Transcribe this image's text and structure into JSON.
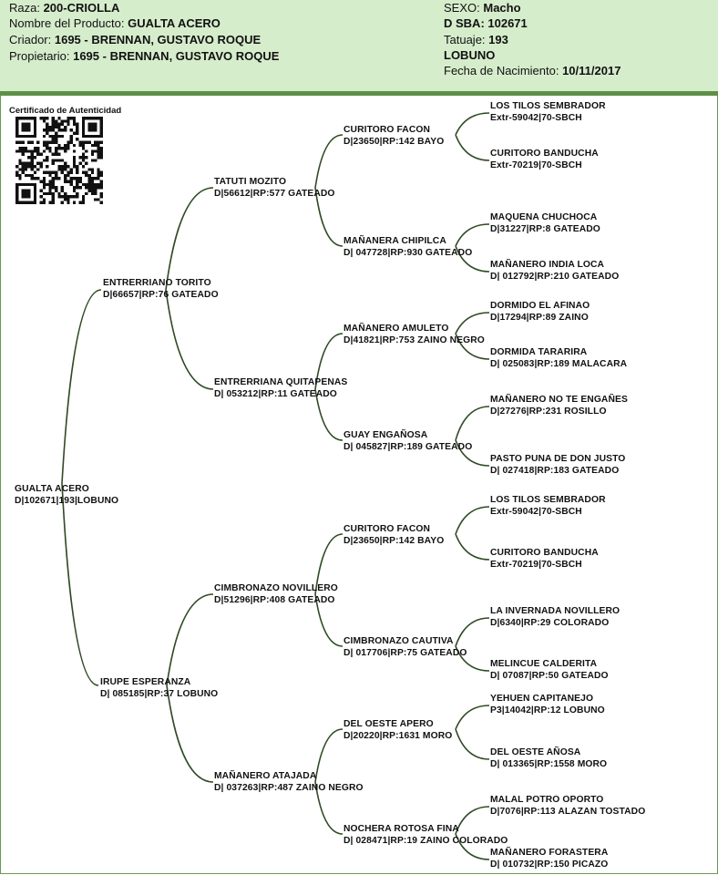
{
  "header": {
    "raza_label": "Raza: ",
    "raza_value": "200-CRIOLLA",
    "producto_label": "Nombre del Producto: ",
    "producto_value": "GUALTA ACERO",
    "criador_label": "Criador: ",
    "criador_value": "1695 - BRENNAN, GUSTAVO ROQUE",
    "propietario_label": "Propietario: ",
    "propietario_value": "1695 - BRENNAN, GUSTAVO ROQUE",
    "sexo_label": "SEXO: ",
    "sexo_value": "Macho",
    "sba": "D SBA: 102671",
    "tatuaje_label": "Tatuaje: ",
    "tatuaje_value": "193",
    "pelaje": "LOBUNO",
    "fecha_label": "Fecha de Nacimiento: ",
    "fecha_value": "10/11/2017"
  },
  "certificate": {
    "title": "Certificado de Autenticidad"
  },
  "colors": {
    "header_bg": "#d6edcc",
    "accent": "#5f8f47",
    "lines": "#2f4a25"
  },
  "pedigree": {
    "root": {
      "name": "GUALTA ACERO",
      "info": "D|102671|193|LOBUNO"
    },
    "sire": {
      "name": "ENTRERRIANO TORITO",
      "info": "D|66657|RP:76 GATEADO"
    },
    "dam": {
      "name": "IRUPE ESPERANZA",
      "info": "D| 085185|RP:37 LOBUNO"
    },
    "gen2": [
      {
        "name": "TATUTI MOZITO",
        "info": "D|56612|RP:577 GATEADO"
      },
      {
        "name": "ENTRERRIANA QUITAPENAS",
        "info": "D| 053212|RP:11 GATEADO"
      },
      {
        "name": "CIMBRONAZO NOVILLERO",
        "info": "D|51296|RP:408 GATEADO"
      },
      {
        "name": "MAÑANERO ATAJADA",
        "info": "D| 037263|RP:487 ZAINO NEGRO"
      }
    ],
    "gen3": [
      {
        "name": "CURITORO FACON",
        "info": "D|23650|RP:142 BAYO"
      },
      {
        "name": "MAÑANERA CHIPILCA",
        "info": "D| 047728|RP:930 GATEADO"
      },
      {
        "name": "MAÑANERO AMULETO",
        "info": "D|41821|RP:753 ZAINO NEGRO"
      },
      {
        "name": "GUAY ENGAÑOSA",
        "info": "D| 045827|RP:189 GATEADO"
      },
      {
        "name": "CURITORO FACON",
        "info": "D|23650|RP:142 BAYO"
      },
      {
        "name": "CIMBRONAZO CAUTIVA",
        "info": "D| 017706|RP:75 GATEADO"
      },
      {
        "name": "DEL OESTE APERO",
        "info": "D|20220|RP:1631 MORO"
      },
      {
        "name": "NOCHERA ROTOSA FINA",
        "info": "D| 028471|RP:19 ZAINO COLORADO"
      }
    ],
    "gen4": [
      {
        "name": "LOS TILOS SEMBRADOR",
        "info": "Extr-59042|70-SBCH"
      },
      {
        "name": "CURITORO BANDUCHA",
        "info": "Extr-70219|70-SBCH"
      },
      {
        "name": "MAQUENA CHUCHOCA",
        "info": "D|31227|RP:8 GATEADO"
      },
      {
        "name": "MAÑANERO INDIA LOCA",
        "info": "D| 012792|RP:210 GATEADO"
      },
      {
        "name": "DORMIDO EL AFINAO",
        "info": "D|17294|RP:89 ZAINO"
      },
      {
        "name": "DORMIDA TARARIRA",
        "info": "D| 025083|RP:189 MALACARA"
      },
      {
        "name": "MAÑANERO NO TE ENGAÑES",
        "info": "D|27276|RP:231 ROSILLO"
      },
      {
        "name": "PASTO PUNA DE DON JUSTO",
        "info": "D| 027418|RP:183 GATEADO"
      },
      {
        "name": "LOS TILOS SEMBRADOR",
        "info": "Extr-59042|70-SBCH"
      },
      {
        "name": "CURITORO BANDUCHA",
        "info": "Extr-70219|70-SBCH"
      },
      {
        "name": "LA INVERNADA NOVILLERO",
        "info": "D|6340|RP:29 COLORADO"
      },
      {
        "name": "MELINCUE CALDERITA",
        "info": "D| 07087|RP:50 GATEADO"
      },
      {
        "name": "YEHUEN CAPITANEJO",
        "info": "P3|14042|RP:12 LOBUNO"
      },
      {
        "name": "DEL OESTE AÑOSA",
        "info": "D| 013365|RP:1558 MORO"
      },
      {
        "name": "MALAL POTRO OPORTO",
        "info": "D|7076|RP:113 ALAZAN TOSTADO"
      },
      {
        "name": "MAÑANERO FORASTERA",
        "info": "D| 010732|RP:150 PICAZO"
      }
    ]
  }
}
